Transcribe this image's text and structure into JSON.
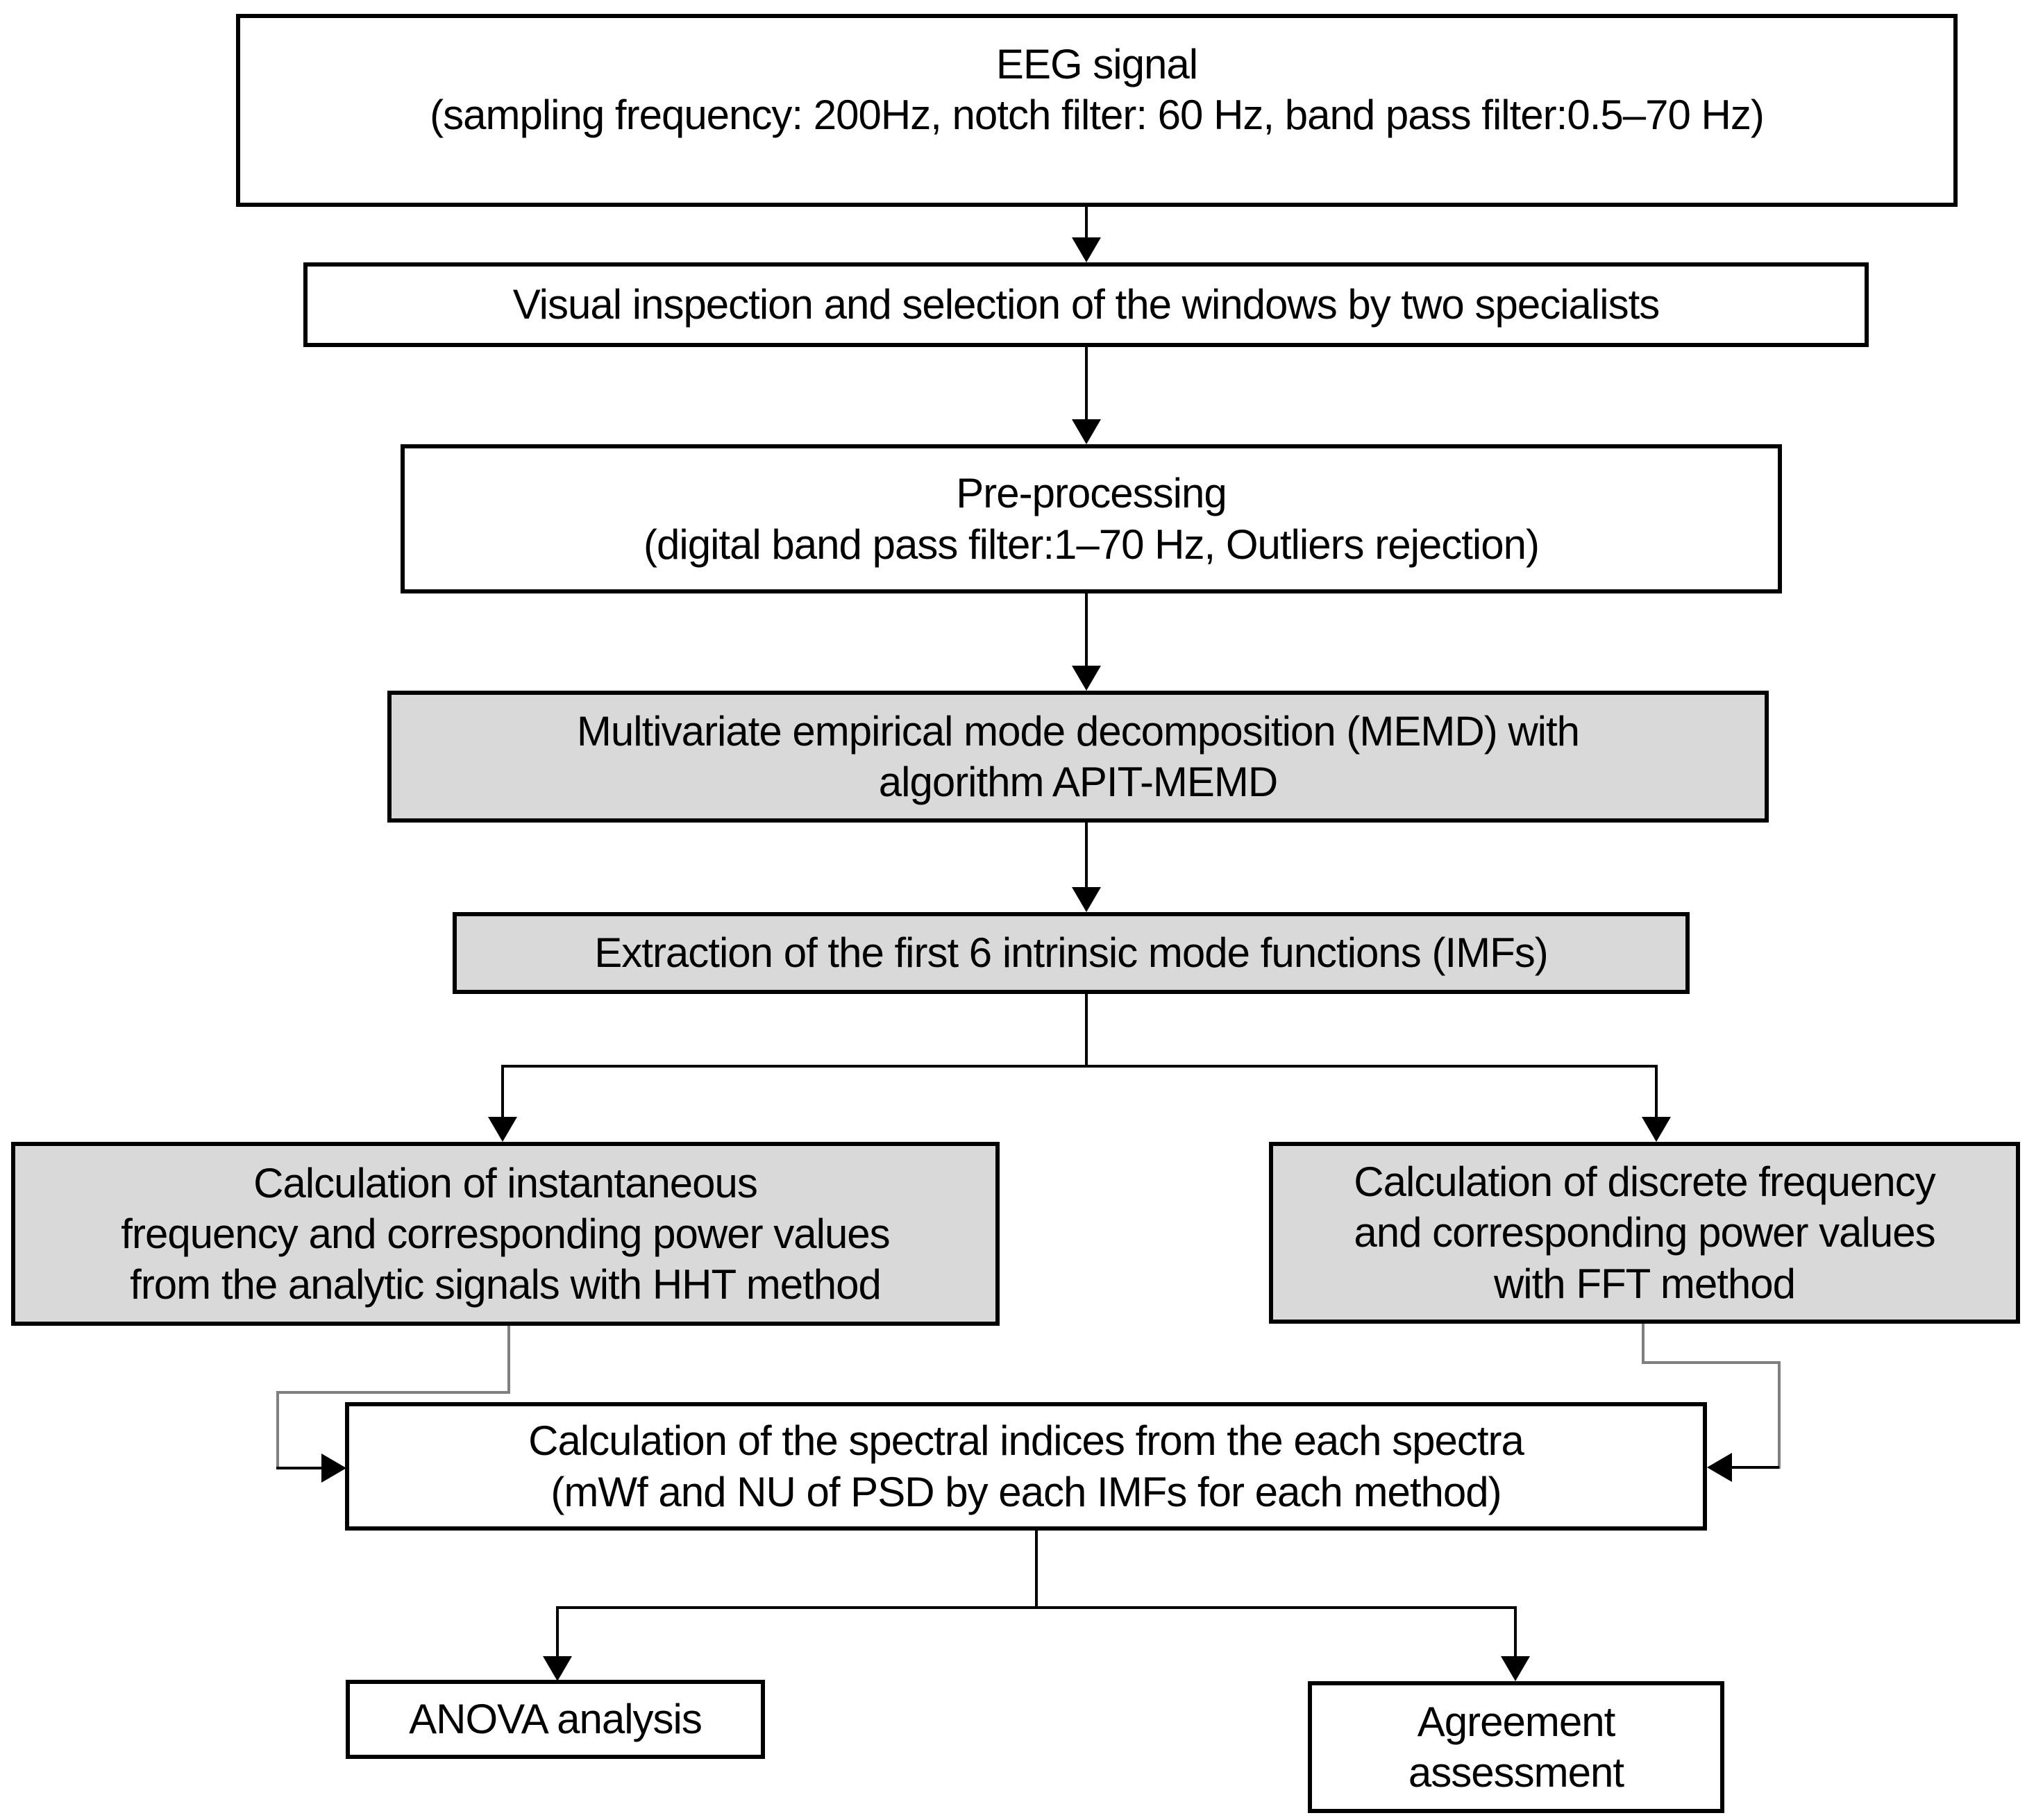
{
  "colors": {
    "background": "#ffffff",
    "box_white_fill": "#ffffff",
    "box_gray_fill": "#d9d9d9",
    "box_border": "#000000",
    "arrow_black": "#000000",
    "connector_gray": "#7f7f7f"
  },
  "nodes": {
    "eeg": {
      "fill": "white",
      "lines": [
        "EEG signal",
        "(sampling frequency: 200Hz, notch filter: 60 Hz, band pass filter:0.5–70 Hz)"
      ]
    },
    "visual": {
      "fill": "white",
      "lines": [
        "Visual inspection and selection of the windows by two specialists"
      ]
    },
    "preprocessing": {
      "fill": "white",
      "lines": [
        "Pre-processing",
        "(digital band pass filter:1–70 Hz, Outliers rejection)"
      ]
    },
    "memd": {
      "fill": "gray",
      "lines": [
        "Multivariate empirical mode decomposition (MEMD) with",
        "algorithm APIT-MEMD"
      ]
    },
    "imf": {
      "fill": "gray",
      "lines": [
        "Extraction of the first 6 intrinsic mode functions (IMFs)"
      ]
    },
    "hht": {
      "fill": "gray",
      "lines": [
        "Calculation of instantaneous",
        "frequency and corresponding power values",
        "from the analytic signals with HHT method"
      ]
    },
    "fft": {
      "fill": "gray",
      "lines": [
        "Calculation of discrete frequency",
        "and corresponding power values",
        "with FFT method"
      ]
    },
    "spectral": {
      "fill": "white",
      "lines": [
        "Calculation of the spectral indices from the each spectra",
        "(mWf and NU of PSD by each IMFs for each method)"
      ]
    },
    "anova": {
      "fill": "white",
      "lines": [
        "ANOVA analysis"
      ]
    },
    "agreement": {
      "fill": "white",
      "lines": [
        "Agreement",
        "assessment"
      ]
    }
  },
  "edges": [
    {
      "from": "eeg",
      "to": "visual"
    },
    {
      "from": "visual",
      "to": "preprocessing"
    },
    {
      "from": "preprocessing",
      "to": "memd"
    },
    {
      "from": "memd",
      "to": "imf"
    },
    {
      "from": "imf",
      "to": "hht"
    },
    {
      "from": "imf",
      "to": "fft"
    },
    {
      "from": "hht",
      "to": "spectral"
    },
    {
      "from": "fft",
      "to": "spectral"
    },
    {
      "from": "spectral",
      "to": "anova"
    },
    {
      "from": "spectral",
      "to": "agreement"
    }
  ]
}
